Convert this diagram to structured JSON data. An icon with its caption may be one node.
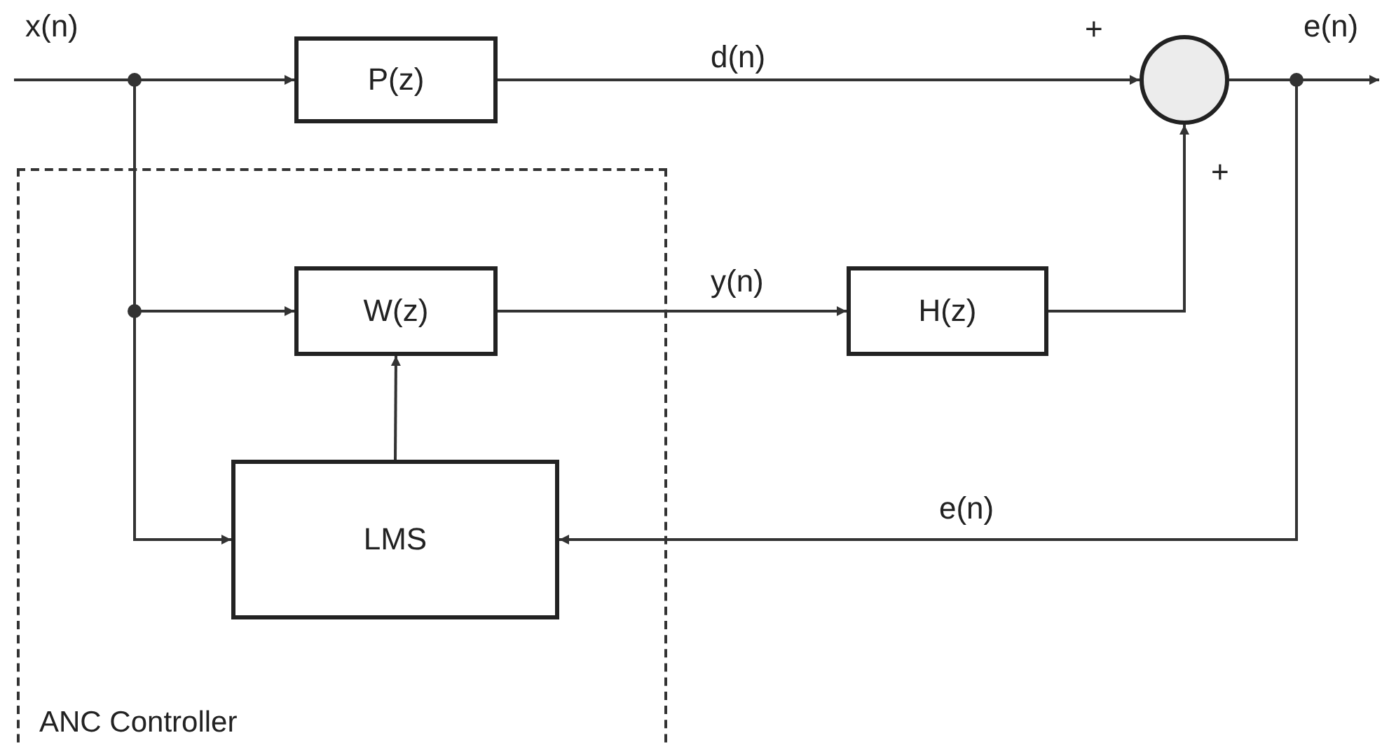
{
  "diagram": {
    "nodes": [
      {
        "text": [
          "ANC Controller"
        ]
      },
      {
        "text": [
          "P(z)"
        ]
      },
      {
        "text": [
          "W(z)"
        ],
        "in": 0
      },
      {
        "text": [
          "H(z)"
        ]
      },
      {
        "text": [
          "LMS"
        ],
        "in": 0
      },
      {
        "text": [],
        "shape": "circle"
      }
    ],
    "edges": [
      {
        "from": null,
        "to": 1,
        "arrow": "to",
        "label": "x(n)"
      },
      {
        "from": null,
        "to": 2,
        "arrow": "to"
      },
      {
        "from": null,
        "to": 4,
        "arrow": "to"
      },
      {
        "from": 1,
        "to": 5,
        "arrow": "to",
        "label": "d(n)"
      },
      {
        "from": 2,
        "to": 3,
        "arrow": "to",
        "label": "y(n)"
      },
      {
        "from": 3,
        "to": 5,
        "arrow": "to"
      },
      {
        "from": 4,
        "to": 2,
        "arrow": "to"
      },
      {
        "from": 5,
        "to": null,
        "arrow": "to",
        "label": "e(n)"
      },
      {
        "from": 5,
        "to": 4,
        "arrow": "to",
        "label": "e(n)"
      }
    ],
    "labels": [
      "+",
      "+"
    ]
  }
}
